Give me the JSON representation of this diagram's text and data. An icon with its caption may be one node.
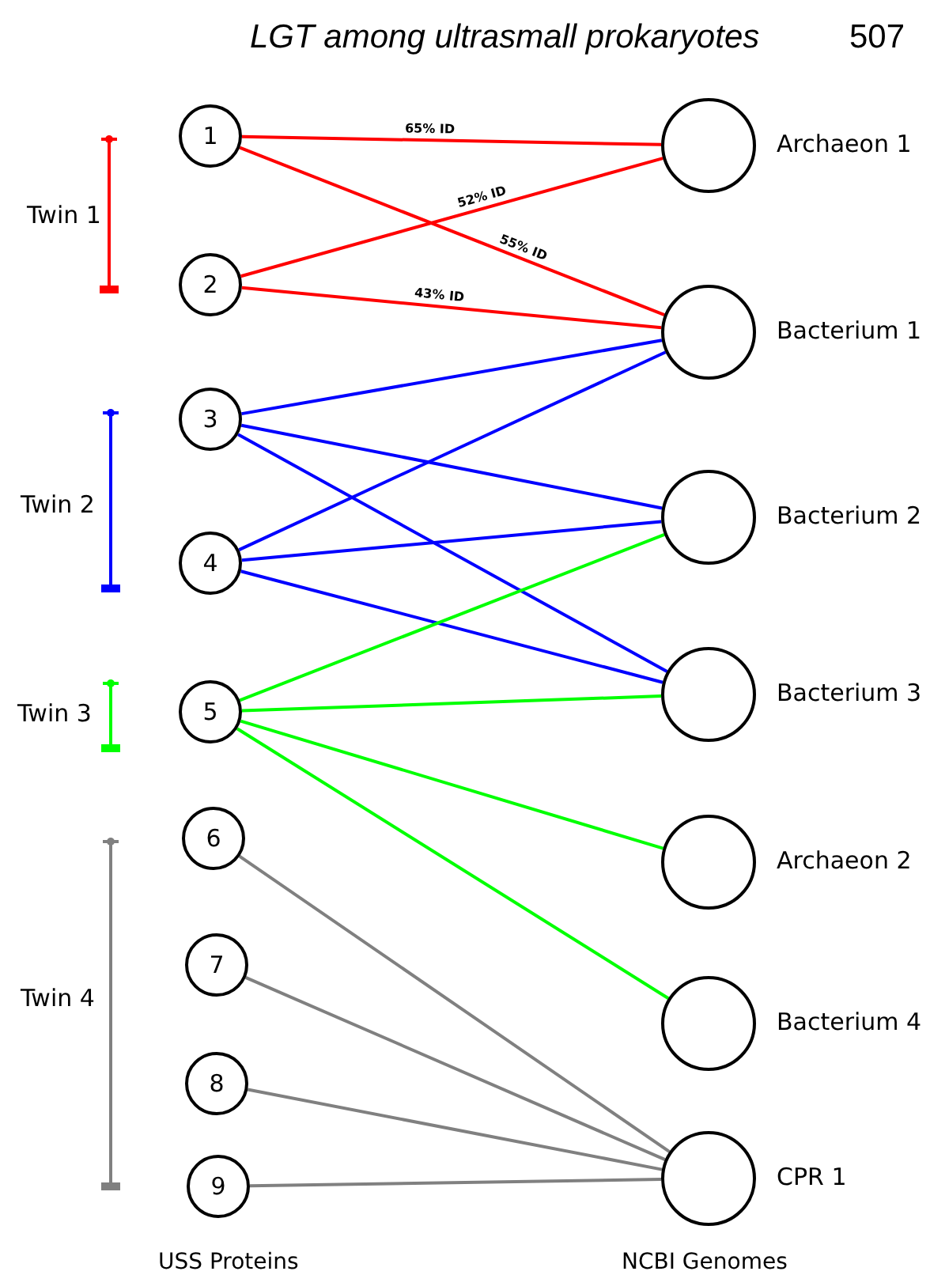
{
  "diagram": {
    "title": "LGT among ultrasmall prokaryotes",
    "nodes": [
      {
        "text": [
          "1"
        ]
      },
      {
        "text": [
          "2"
        ]
      },
      {
        "text": [
          "3"
        ]
      },
      {
        "text": [
          "4"
        ]
      },
      {
        "text": [
          "5"
        ]
      },
      {
        "text": [
          "6"
        ]
      },
      {
        "text": [
          "7"
        ]
      },
      {
        "text": [
          "8"
        ]
      },
      {
        "text": [
          "9"
        ]
      },
      {
        "text": [],
        "shape": "circle",
        "beside": [
          "Archaeon 1"
        ]
      },
      {
        "text": [],
        "shape": "circle",
        "beside": [
          "Bacterium 1"
        ]
      },
      {
        "text": [],
        "shape": "circle",
        "beside": [
          "Bacterium 2"
        ]
      },
      {
        "text": [],
        "shape": "circle",
        "beside": [
          "Bacterium 3"
        ]
      },
      {
        "text": [],
        "shape": "circle",
        "beside": [
          "Archaeon 2"
        ]
      },
      {
        "text": [],
        "shape": "circle",
        "beside": [
          "Bacterium 4"
        ]
      },
      {
        "text": [],
        "shape": "circle",
        "beside": [
          "CPR 1"
        ]
      }
    ],
    "edges": [
      {
        "from": 0,
        "to": 9,
        "arrow": "none",
        "label": "65% ID",
        "color": "#ff0000"
      },
      {
        "from": 0,
        "to": 10,
        "arrow": "none",
        "label": "55% ID",
        "color": "#ff0000"
      },
      {
        "from": 1,
        "to": 9,
        "arrow": "none",
        "label": "52% ID",
        "color": "#ff0000"
      },
      {
        "from": 1,
        "to": 10,
        "arrow": "none",
        "label": "43% ID",
        "color": "#ff0000"
      },
      {
        "from": 2,
        "to": 10,
        "arrow": "none",
        "color": "#0000ff"
      },
      {
        "from": 2,
        "to": 11,
        "arrow": "none",
        "color": "#0000ff"
      },
      {
        "from": 2,
        "to": 12,
        "arrow": "none",
        "color": "#0000ff"
      },
      {
        "from": 3,
        "to": 10,
        "arrow": "none",
        "color": "#0000ff"
      },
      {
        "from": 3,
        "to": 11,
        "arrow": "none",
        "color": "#0000ff"
      },
      {
        "from": 3,
        "to": 12,
        "arrow": "none",
        "color": "#0000ff"
      },
      {
        "from": 4,
        "to": 11,
        "arrow": "none",
        "color": "#00ff00"
      },
      {
        "from": 4,
        "to": 12,
        "arrow": "none",
        "color": "#00ff00"
      },
      {
        "from": 4,
        "to": 13,
        "arrow": "none",
        "color": "#00ff00"
      },
      {
        "from": 4,
        "to": 14,
        "arrow": "none",
        "color": "#00ff00"
      },
      {
        "from": 5,
        "to": 15,
        "arrow": "none",
        "color": "#808080"
      },
      {
        "from": 6,
        "to": 15,
        "arrow": "none",
        "color": "#808080"
      },
      {
        "from": 7,
        "to": 15,
        "arrow": "none",
        "color": "#808080"
      },
      {
        "from": 8,
        "to": 15,
        "arrow": "none",
        "color": "#808080"
      }
    ],
    "labels": [
      "507",
      "Twin 1",
      "Twin 2",
      "Twin 3",
      "Twin 4",
      "USS Proteins",
      "NCBI Genomes"
    ]
  }
}
